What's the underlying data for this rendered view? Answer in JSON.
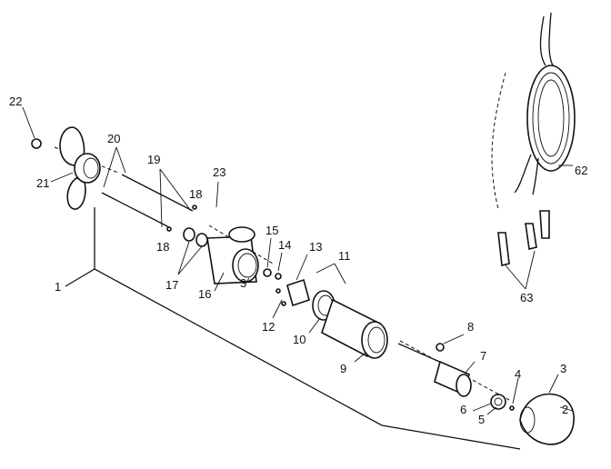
{
  "callouts": {
    "c1": "1",
    "c2": "2",
    "c3a": "3",
    "c3b": "3",
    "c4": "4",
    "c5": "5",
    "c6": "6",
    "c7": "7",
    "c8": "8",
    "c9": "9",
    "c10": "10",
    "c11": "11",
    "c12": "12",
    "c13": "13",
    "c14": "14",
    "c15": "15",
    "c16": "16",
    "c17": "17",
    "c18a": "18",
    "c18b": "18",
    "c19": "19",
    "c20": "20",
    "c21": "21",
    "c22": "22",
    "c23": "23",
    "c62": "62",
    "c63": "63"
  }
}
